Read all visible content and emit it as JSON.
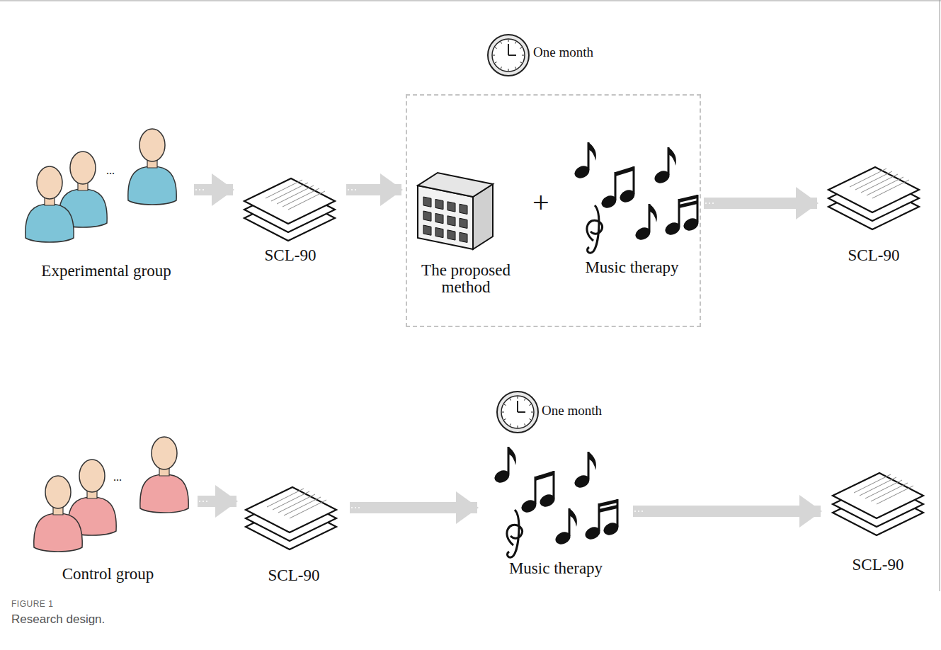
{
  "diagram": {
    "title": "FIGURE 1",
    "caption": "Research design.",
    "nodes": [
      {
        "text": [
          "Experimental group"
        ]
      },
      {
        "text": [
          "SCL-90"
        ]
      },
      {
        "text": [
          "One month"
        ]
      },
      {
        "text": [
          "The proposed method"
        ],
        "in": 2
      },
      {
        "text": [
          "Music therapy"
        ],
        "in": 2
      },
      {
        "text": [
          "SCL-90"
        ]
      },
      {
        "text": [
          "Control group"
        ]
      },
      {
        "text": [
          "SCL-90"
        ]
      },
      {
        "text": [
          "Music therapy"
        ]
      },
      {
        "text": [
          "SCL-90"
        ]
      }
    ],
    "edges": [
      {
        "from": 0,
        "to": 1,
        "arrow": "to"
      },
      {
        "from": 1,
        "to": 2,
        "arrow": "to"
      },
      {
        "from": 2,
        "to": 5,
        "arrow": "to"
      },
      {
        "from": 6,
        "to": 7,
        "arrow": "to"
      },
      {
        "from": 7,
        "to": 8,
        "arrow": "to"
      },
      {
        "from": 8,
        "to": 9,
        "arrow": "to"
      }
    ],
    "labels": [
      "...",
      "+",
      "...",
      "One month"
    ]
  }
}
